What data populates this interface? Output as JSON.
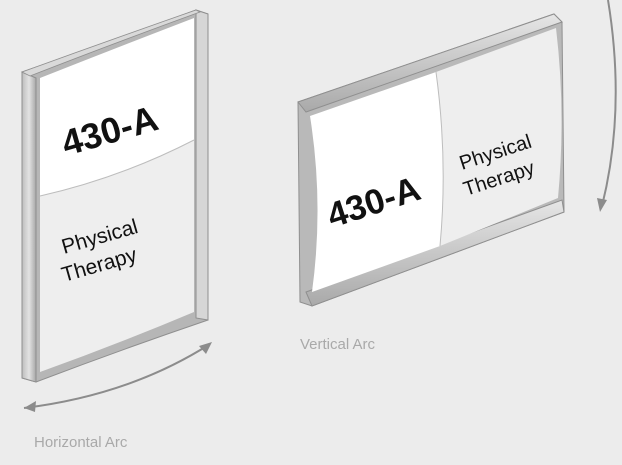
{
  "signs": {
    "tall": {
      "room_number": "430-A",
      "label_line1": "Physical",
      "label_line2": "Therapy",
      "caption": "Horizontal Arc"
    },
    "wide": {
      "room_number": "430-A",
      "label_line1": "Physical",
      "label_line2": "Therapy",
      "caption": "Vertical Arc"
    }
  },
  "colors": {
    "background": "#ececec",
    "frame": "#cfcfcf",
    "frame_shadow": "#9a9a9a",
    "panel": "#ffffff",
    "panel_lower": "#eeeeee",
    "arrow": "#8c8c8c",
    "caption": "#a9a9a9"
  },
  "icons": [
    "curved-arrow-icon",
    "curved-arrow-icon"
  ]
}
